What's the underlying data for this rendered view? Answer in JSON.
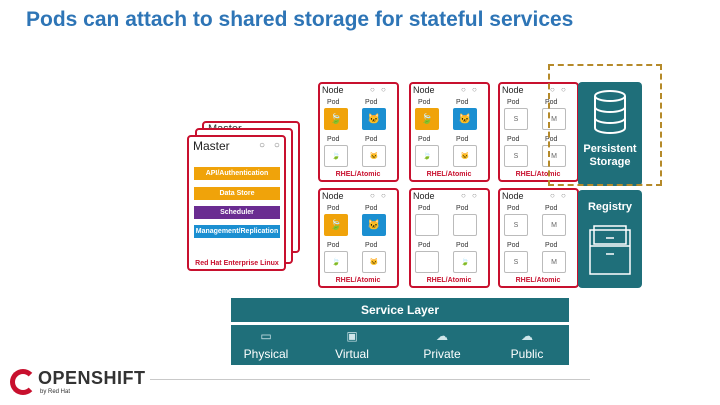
{
  "title": "Pods can attach to shared storage for stateful services",
  "master": {
    "back_label": "Master",
    "label": "Master",
    "bars": [
      {
        "label": "API/Authentication",
        "color": "#f0a30a"
      },
      {
        "label": "Data Store",
        "color": "#f0a30a"
      },
      {
        "label": "Scheduler",
        "color": "#6a2c91"
      },
      {
        "label": "Management/Replication",
        "color": "#1b8fd1"
      }
    ],
    "os": "Red Hat Enterprise Linux"
  },
  "node_label": "Node",
  "pod_label": "Pod",
  "rhel_atomic": "RHEL/Atomic",
  "storage_label": "Persistent Storage",
  "registry_label": "Registry",
  "service_layer": "Service Layer",
  "infra": [
    "Physical",
    "Virtual",
    "Private",
    "Public"
  ],
  "logo": {
    "name": "OPENSHIFT",
    "sub": "by Red Hat"
  }
}
